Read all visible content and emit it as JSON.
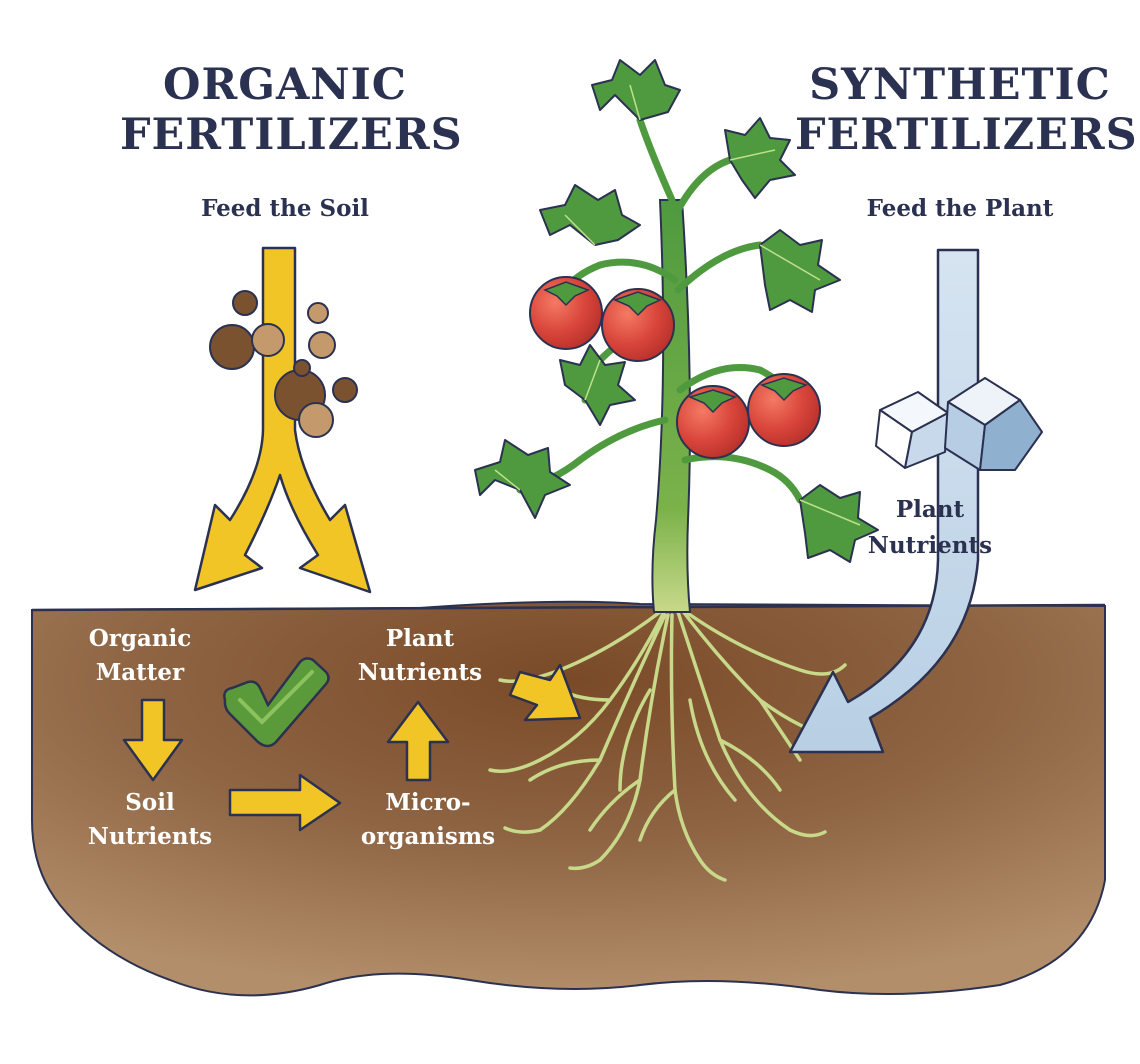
{
  "organic": {
    "title_line1": "ORGANIC",
    "title_line2": "FERTILIZERS",
    "subtitle": "Feed the Soil"
  },
  "synthetic": {
    "title_line1": "SYNTHETIC",
    "title_line2": "FERTILIZERS",
    "subtitle": "Feed the Plant",
    "nutrients_line1": "Plant",
    "nutrients_line2": "Nutrients"
  },
  "soil_cycle": {
    "organic_matter_line1": "Organic",
    "organic_matter_line2": "Matter",
    "soil_nutrients_line1": "Soil",
    "soil_nutrients_line2": "Nutrients",
    "microorganisms_line1": "Micro-",
    "microorganisms_line2": "organisms",
    "plant_nutrients_line1": "Plant",
    "plant_nutrients_line2": "Nutrients"
  },
  "colors": {
    "heading": "#2b3150",
    "soil": "#8e6443",
    "organic_arrow": "#f2c526",
    "synthetic_arrow": "#c7d9ea",
    "leaf": "#4f9a3f",
    "tomato": "#d9453b",
    "root": "#c8d98a"
  }
}
